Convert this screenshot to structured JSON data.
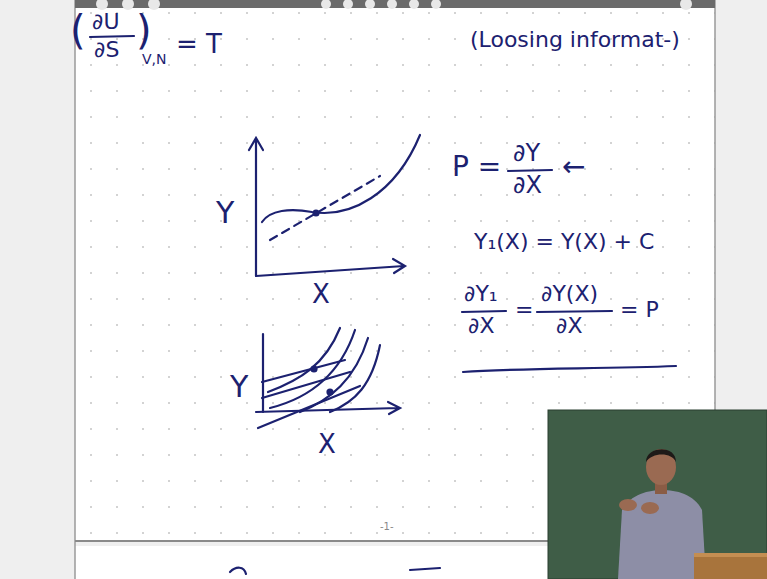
{
  "diagram": {
    "labels": [
      "(",
      "∂U",
      "∂S",
      ")",
      "V,N",
      "= T",
      "(Loosing informat-)",
      "Y",
      "X",
      "P =",
      "∂Y",
      "∂X",
      "←",
      "Y₁(X) = Y(X) + C",
      "∂Y₁",
      "∂X",
      "=",
      "∂Y(X)",
      "∂X",
      "= P",
      "Y",
      "X",
      "-1-"
    ]
  }
}
